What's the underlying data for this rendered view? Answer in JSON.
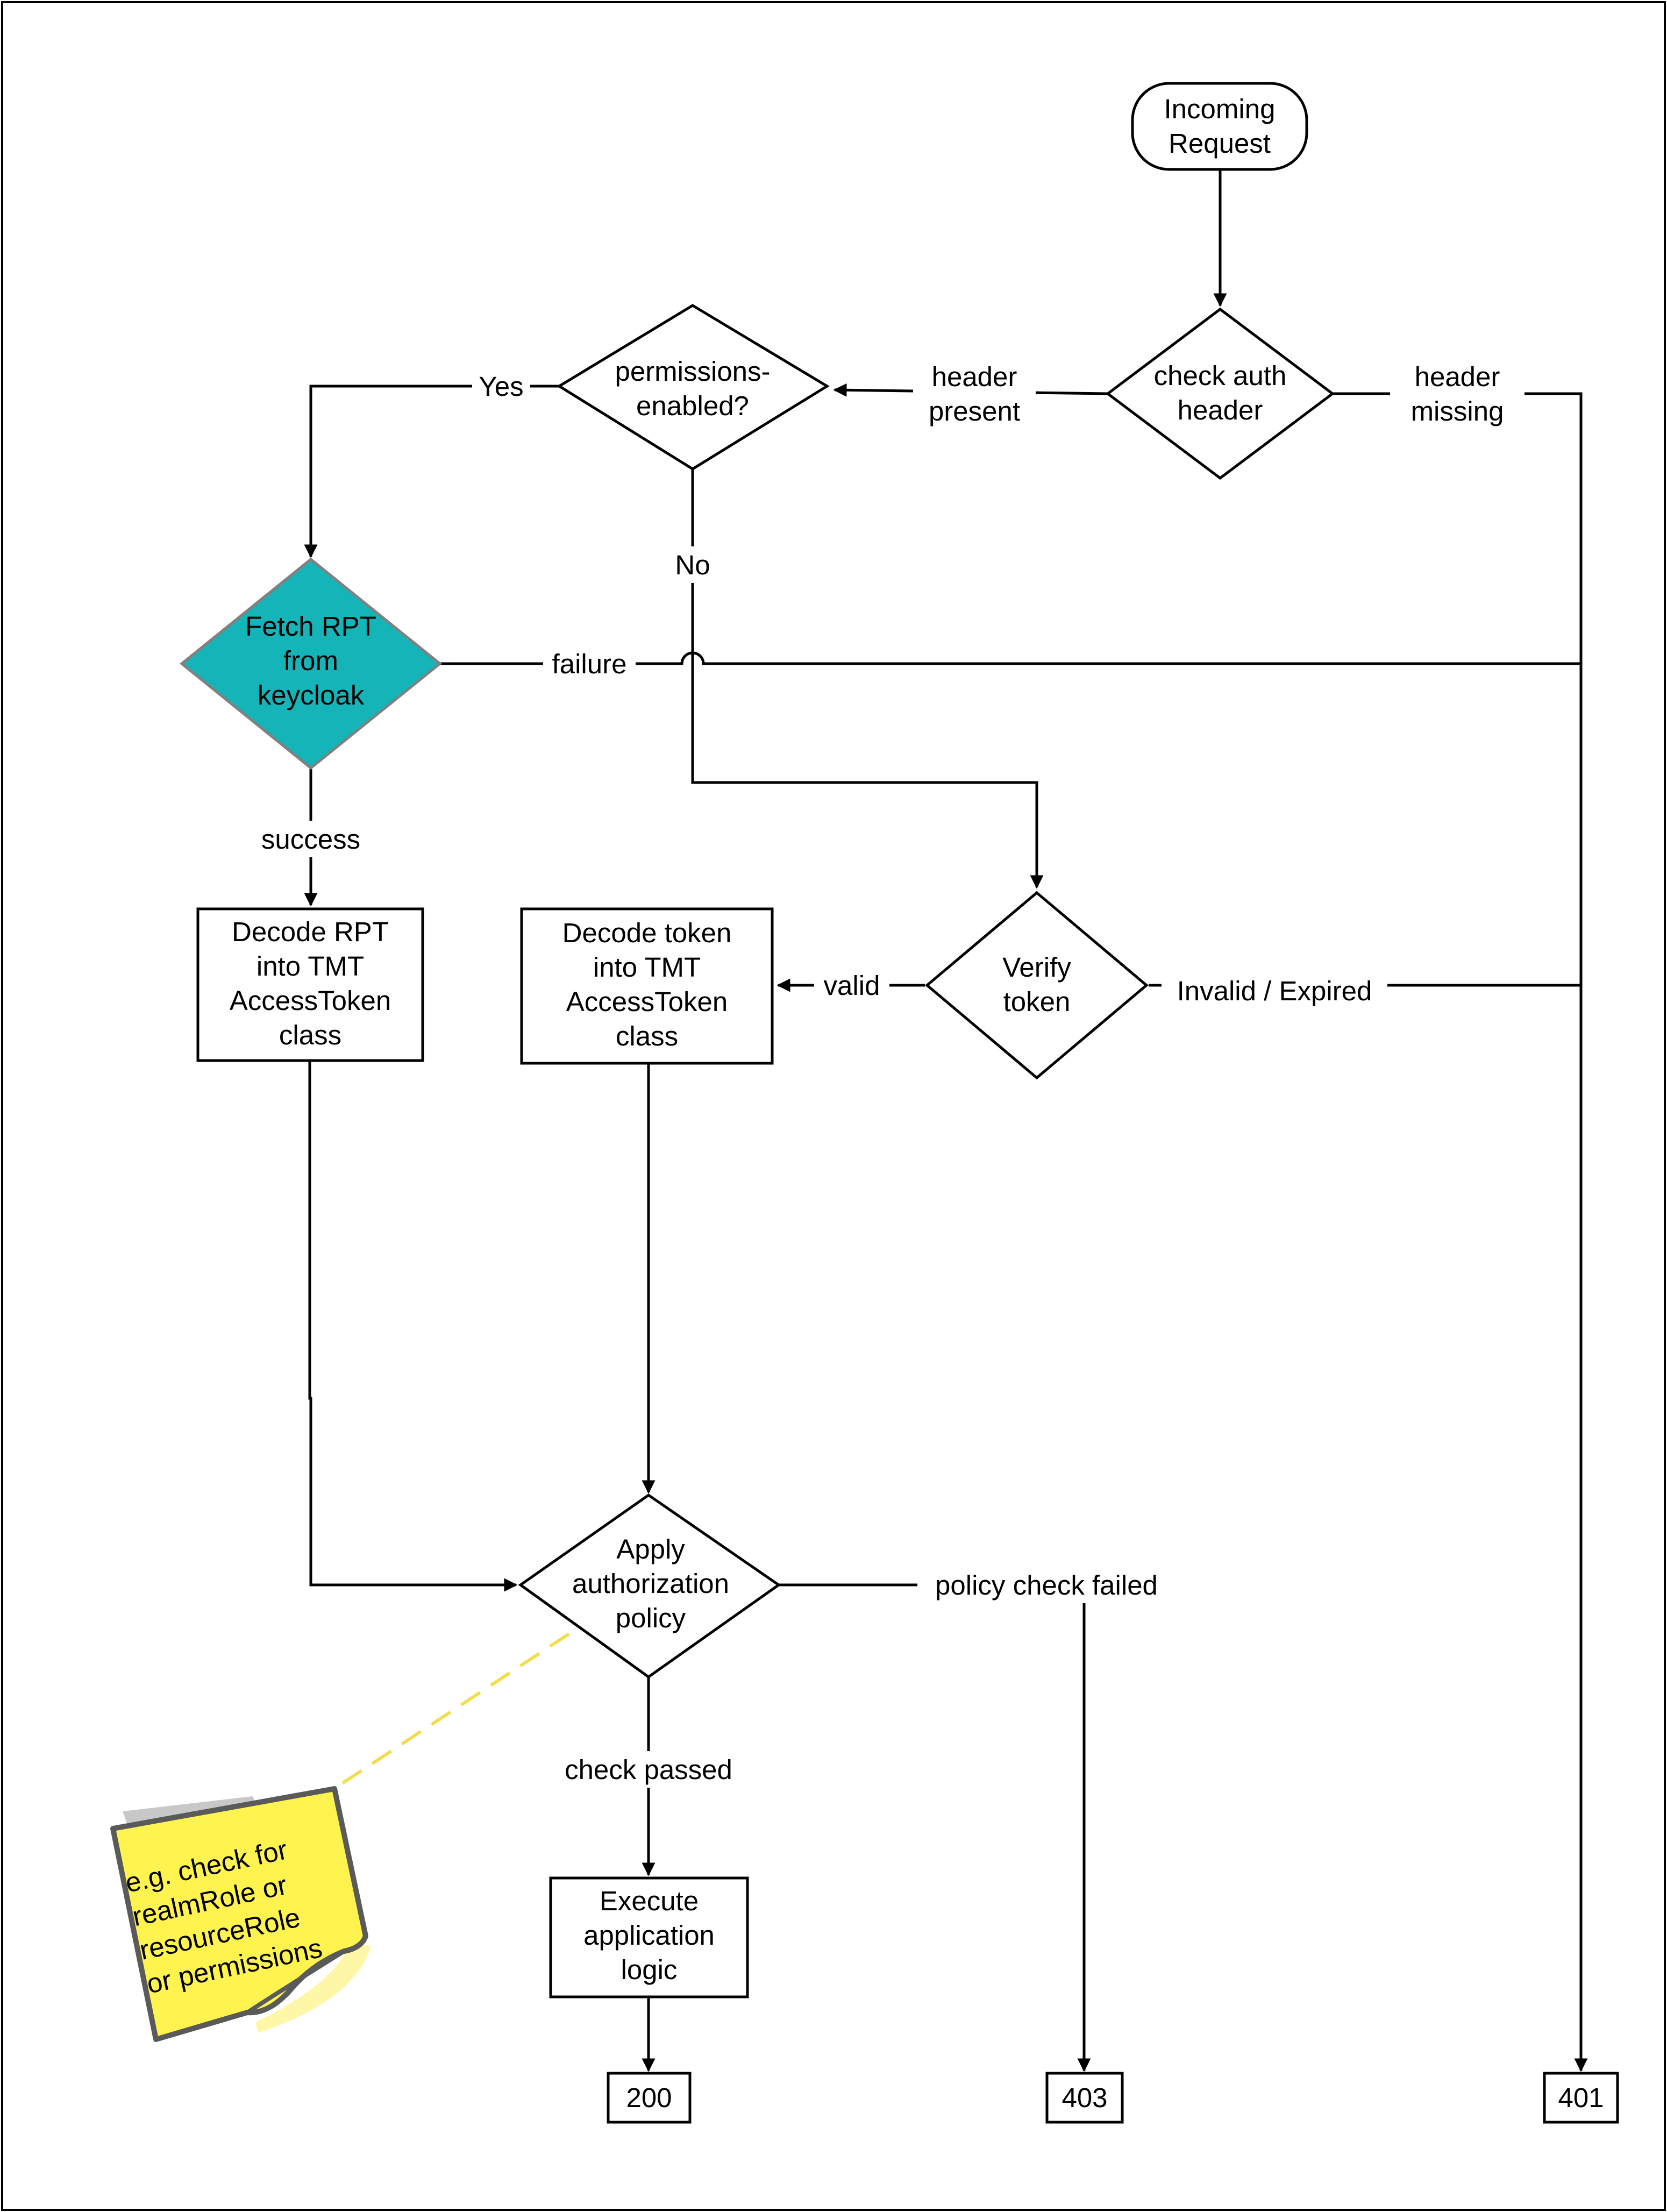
{
  "nodes": {
    "incoming_request": [
      "Incoming",
      "Request"
    ],
    "check_auth_header": [
      "check auth",
      "header"
    ],
    "permissions_enabled": [
      "permissions-",
      "enabled?"
    ],
    "fetch_rpt": [
      "Fetch RPT",
      "from",
      "keycloak"
    ],
    "decode_rpt": [
      "Decode RPT",
      "into TMT",
      "AccessToken",
      "class"
    ],
    "decode_token": [
      "Decode token",
      "into TMT",
      "AccessToken",
      "class"
    ],
    "verify_token": [
      "Verify",
      "token"
    ],
    "apply_policy": [
      "Apply",
      "authorization",
      "policy"
    ],
    "execute_logic": [
      "Execute",
      "application",
      "logic"
    ],
    "status_200": "200",
    "status_403": "403",
    "status_401": "401"
  },
  "edges": {
    "header_present": [
      "header",
      "present"
    ],
    "header_missing": [
      "header",
      "missing"
    ],
    "yes": "Yes",
    "no": "No",
    "failure": "failure",
    "success": "success",
    "valid": "valid",
    "invalid_expired": "Invalid / Expired",
    "policy_check_failed": "policy check failed",
    "check_passed": "check passed"
  },
  "note": [
    "e.g. check for",
    "realmRole or",
    "resourceRole",
    "or permissions"
  ],
  "colors": {
    "fetch_rpt_fill": "#14b4b8",
    "note_fill": "#fff44f",
    "note_leader": "#f2dd4c"
  }
}
